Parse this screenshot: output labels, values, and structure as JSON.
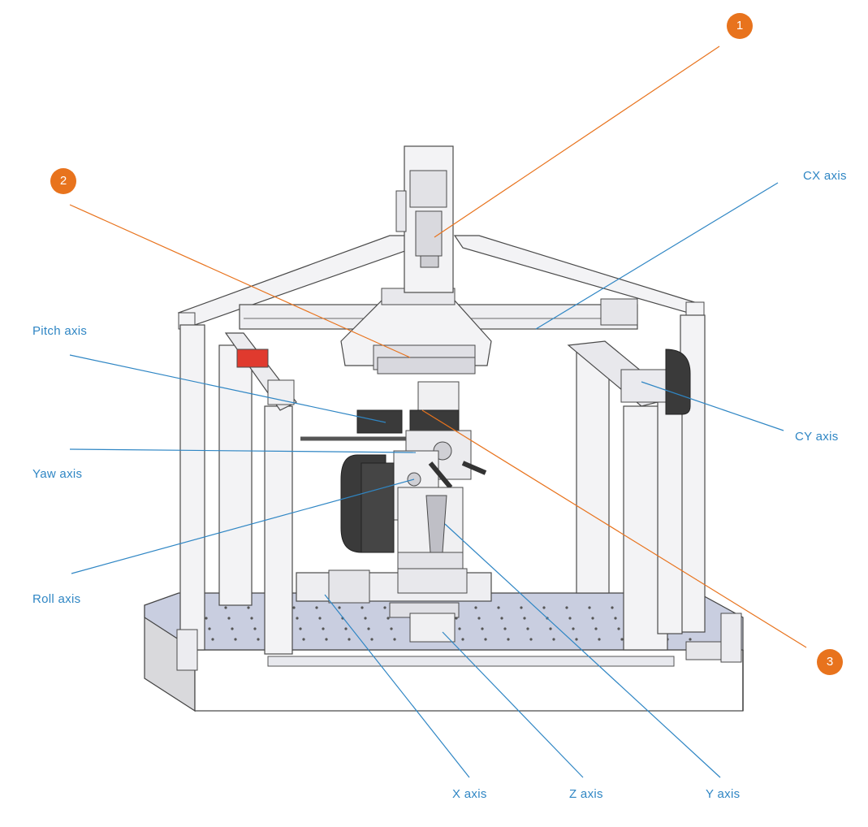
{
  "colors": {
    "blue": "#2f86c4",
    "orange": "#e8731d",
    "frame_fill": "#f3f3f5",
    "frame_stroke": "#4a4a4a",
    "table_top": "#c9cee0",
    "motor_dark": "#3a3a3a",
    "accent_red": "#e03a2e"
  },
  "badges": [
    {
      "number": "1"
    },
    {
      "number": "2"
    },
    {
      "number": "3"
    }
  ],
  "labels": {
    "cx": "CX axis",
    "cy": "CY axis",
    "pitch": "Pitch axis",
    "yaw": "Yaw axis",
    "roll": "Roll axis",
    "x": "X axis",
    "z": "Z axis",
    "y": "Y axis"
  },
  "icons": {
    "badge": "numbered-circle-icon"
  }
}
